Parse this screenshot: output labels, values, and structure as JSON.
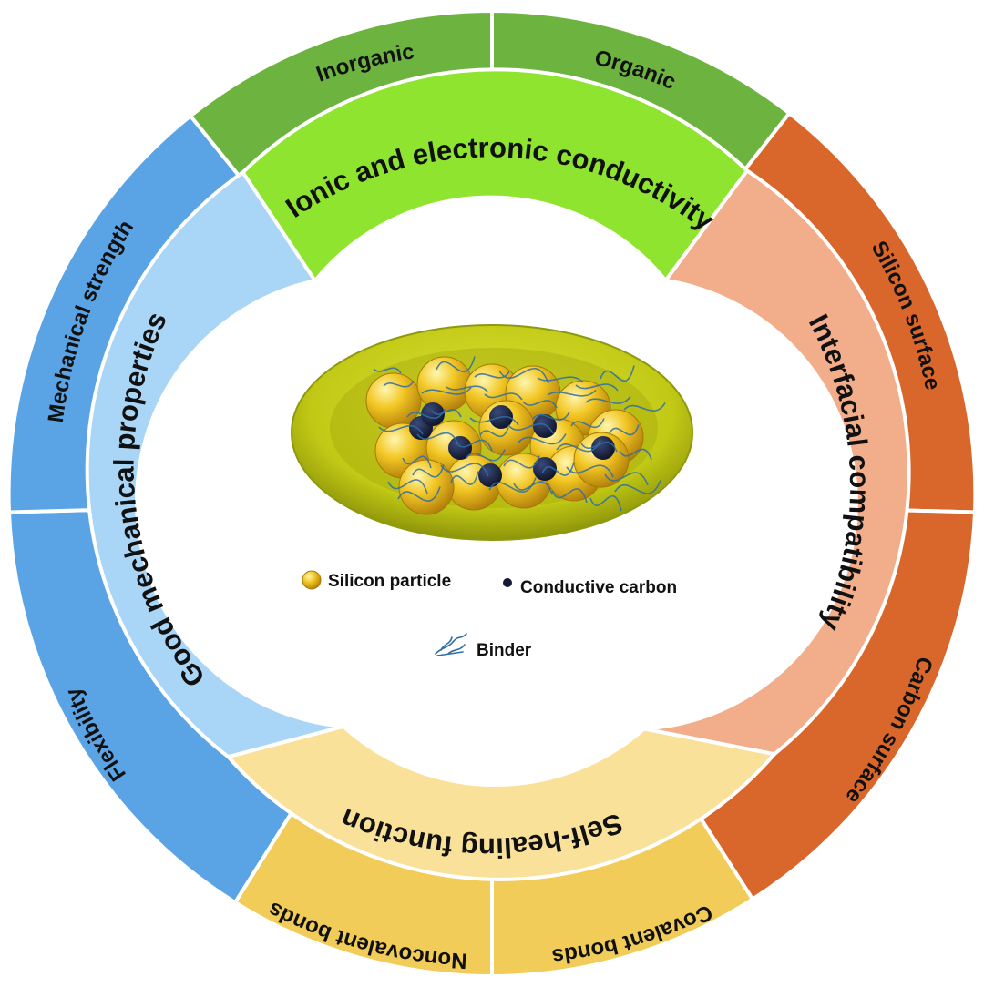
{
  "outer_ring": {
    "inorganic": "Inorganic",
    "organic": "Organic",
    "silicon_surface": "Silicon surface",
    "carbon_surface": "Carbon surface",
    "covalent_bonds": "Covalent bonds",
    "noncovalent_bonds": "Noncovalent bonds",
    "flexibility": "Flexibility",
    "mechanical_strength": "Mechanical strength"
  },
  "inner_ring": {
    "conductivity": "Ionic and electronic conductivity",
    "interfacial": "Interfacial compatibility",
    "self_healing": "Self-healing function",
    "mechanical": "Good mechanical properties"
  },
  "legend": {
    "silicon": "Silicon particle",
    "carbon": "Conductive carbon",
    "binder": "Binder"
  },
  "colors": {
    "green_dark": "#6cb33f",
    "green_light": "#8ee42e",
    "orange_dark": "#d9662a",
    "orange_light": "#f2ad8a",
    "yellow_dark": "#f2cc59",
    "yellow_light": "#f9e199",
    "blue_dark": "#5aa4e6",
    "blue_light": "#a9d6f7",
    "particle_yellow": "#f0c020",
    "carbon_dark": "#141a33",
    "binder_blue": "#2f6fa6",
    "capsule_yellow": "#c9d41a"
  }
}
